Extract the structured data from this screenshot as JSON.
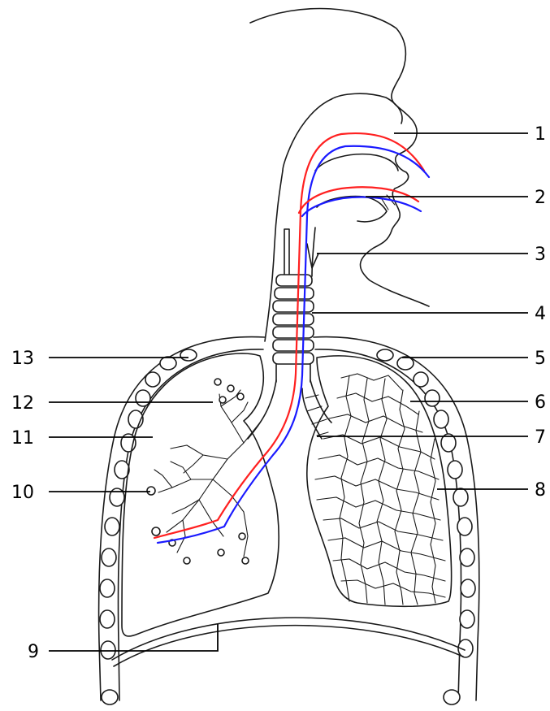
{
  "labels": [
    "1",
    "2",
    "3",
    "4",
    "5",
    "6",
    "7",
    "8",
    "9",
    "10",
    "11",
    "12",
    "13"
  ],
  "colors": {
    "outline": "#1a1a1a",
    "airflow_in": "#ff2020",
    "airflow_out": "#1a1aff",
    "background": "#ffffff"
  },
  "icons": [
    "respiratory-system-illustration"
  ]
}
